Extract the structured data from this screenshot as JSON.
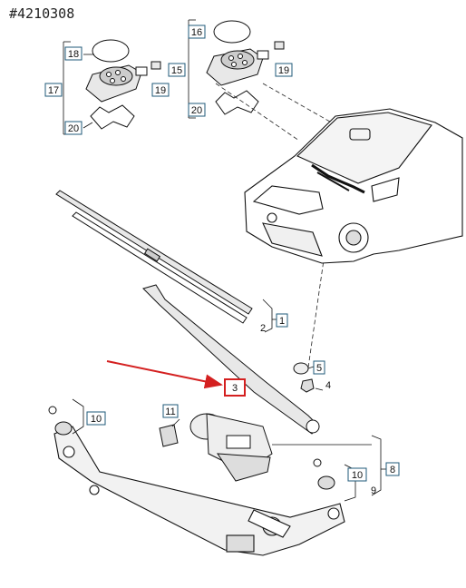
{
  "ref_number": "#4210308",
  "highlight_color": "#d42020",
  "label_border_color": "#1f5a78",
  "labels": {
    "l1": "1",
    "l2": "2",
    "l3": "3",
    "l4": "4",
    "l5": "5",
    "l8": "8",
    "l9": "9",
    "l10a": "10",
    "l10b": "10",
    "l11": "11",
    "l15": "15",
    "l16": "16",
    "l17": "17",
    "l18": "18",
    "l19a": "19",
    "l19b": "19",
    "l20a": "20",
    "l20b": "20"
  }
}
